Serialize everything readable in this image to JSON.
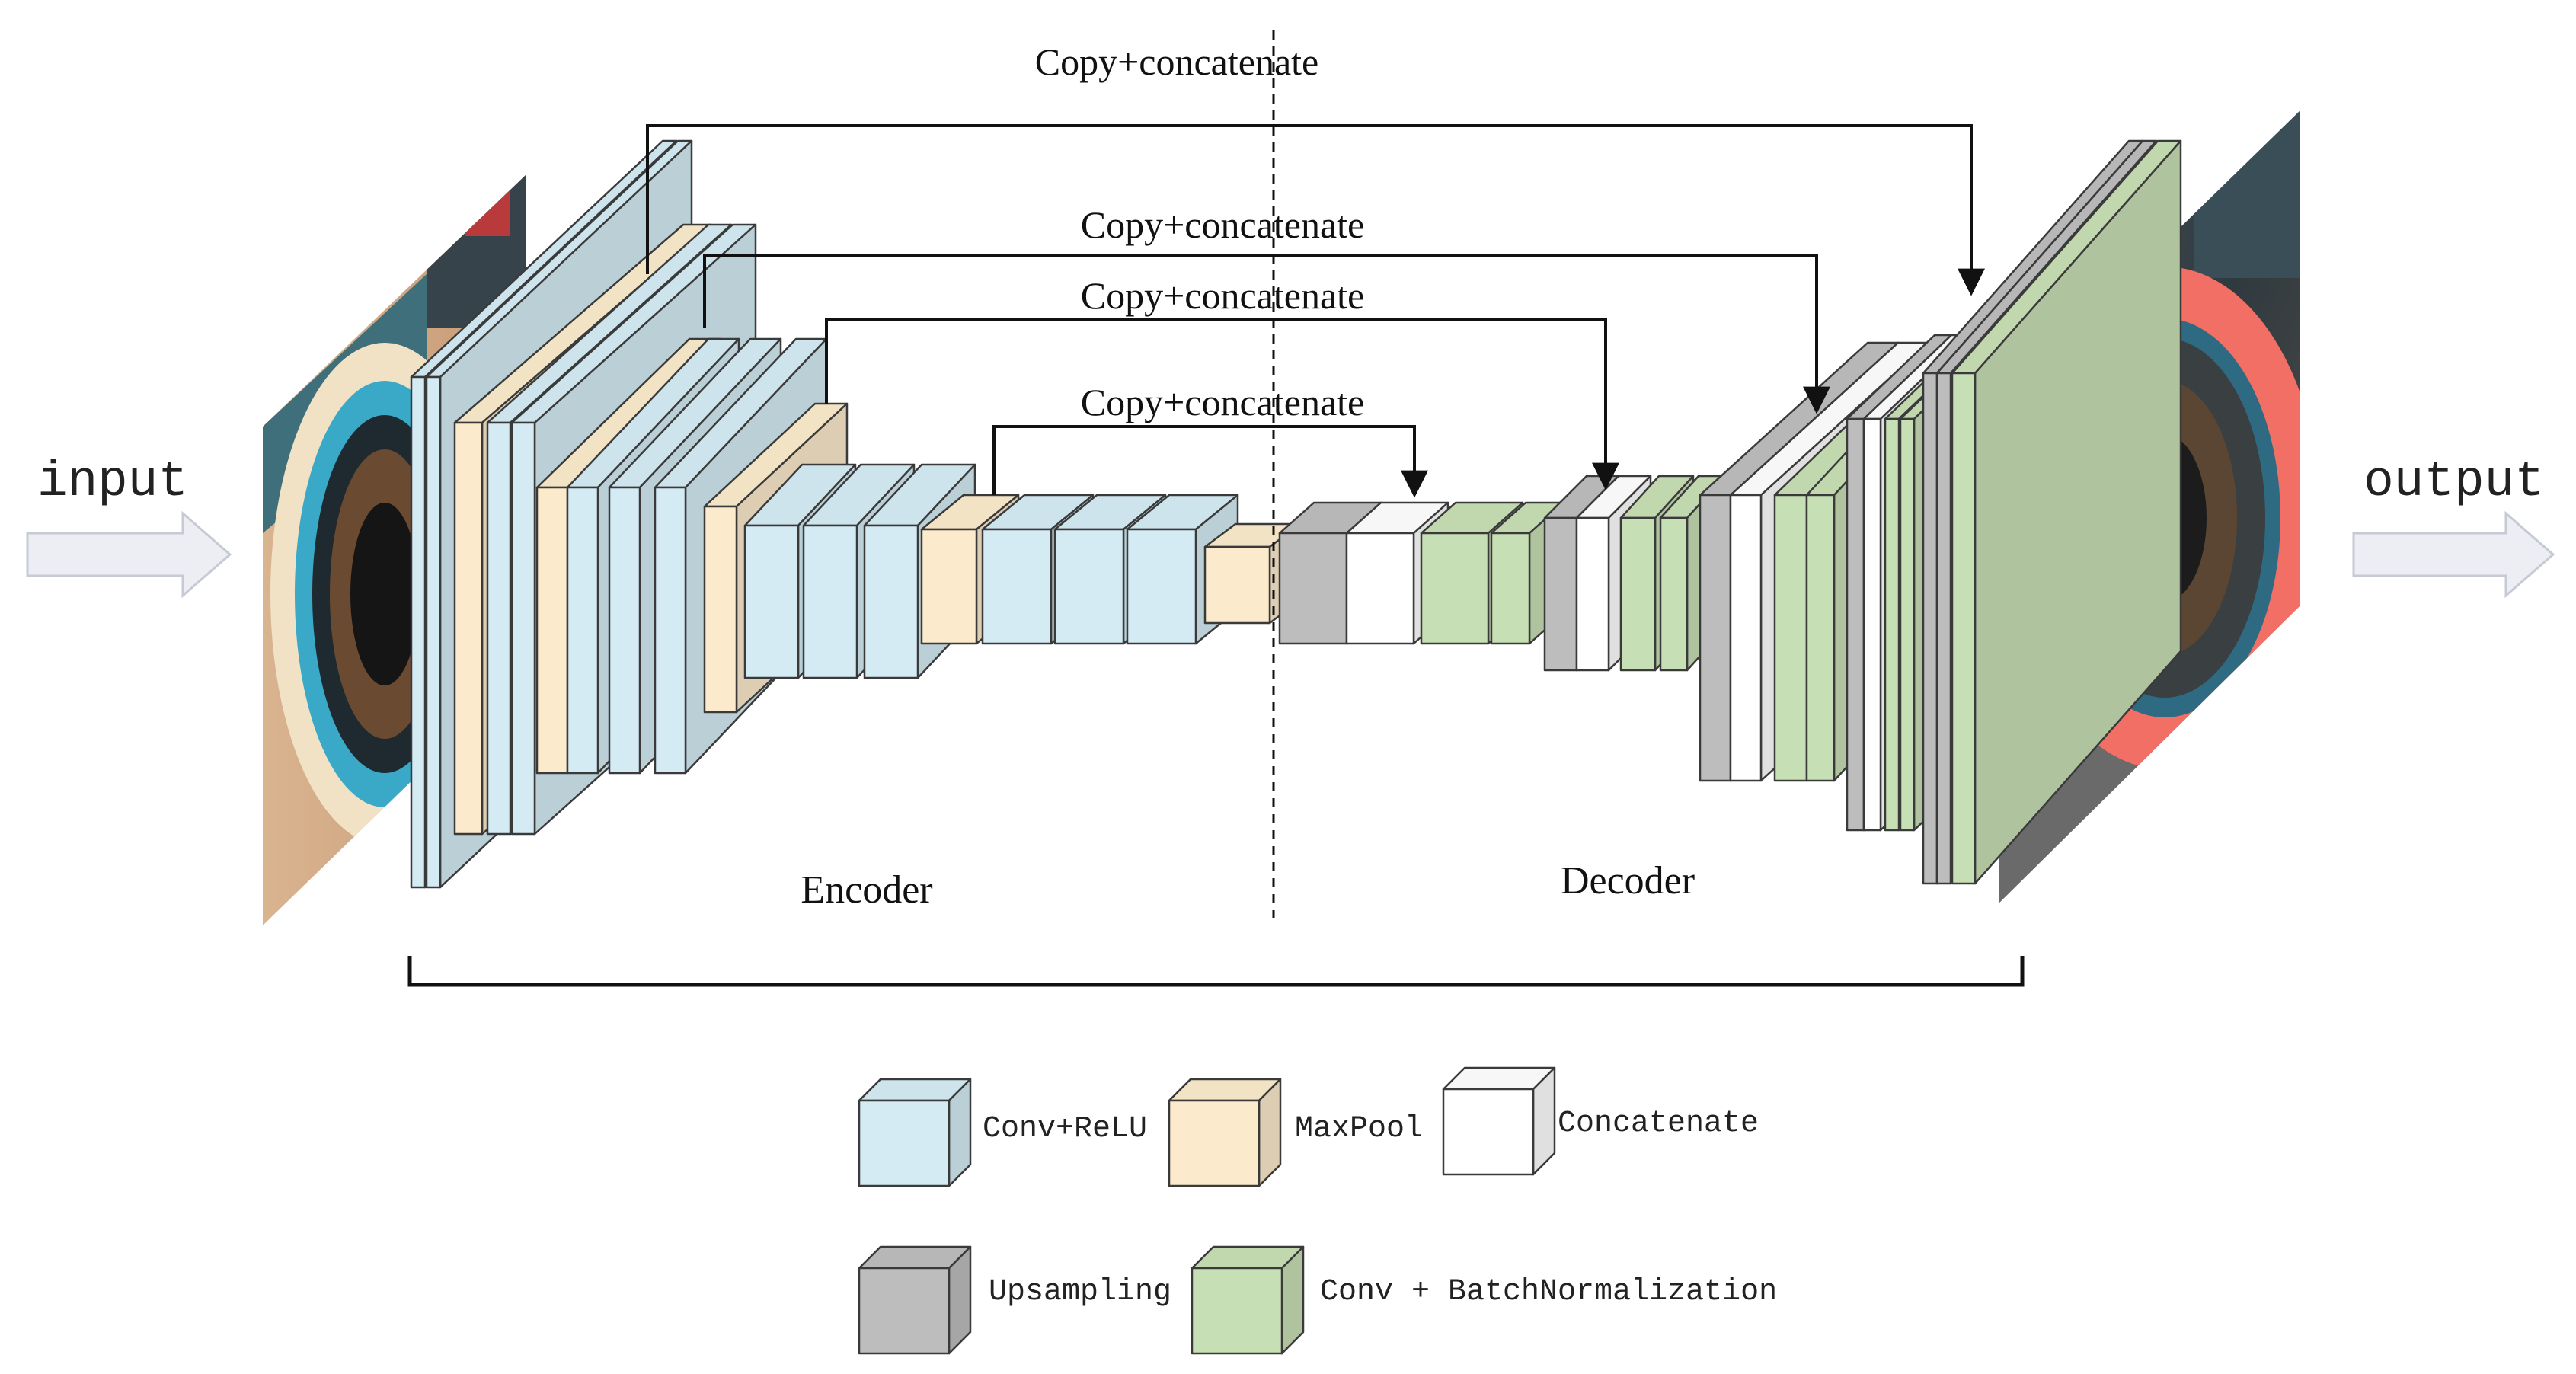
{
  "labels": {
    "input": "input",
    "output": "output",
    "encoder": "Encoder",
    "decoder": "Decoder"
  },
  "skip_connections": [
    {
      "label": "Copy+concatenate"
    },
    {
      "label": "Copy+concatenate"
    },
    {
      "label": "Copy+concatenate"
    },
    {
      "label": "Copy+concatenate"
    }
  ],
  "legend": [
    {
      "label": "Conv+ReLU",
      "color": "#d4ebf4"
    },
    {
      "label": "MaxPool",
      "color": "#fbeacb"
    },
    {
      "label": "Concatenate",
      "color": "#ffffff"
    },
    {
      "label": "Upsampling",
      "color": "#bdbdbd"
    },
    {
      "label": "Conv + BatchNormalization",
      "color": "#c7dfb4"
    }
  ],
  "colors": {
    "conv_relu": "#d4ebf4",
    "maxpool": "#fbeacb",
    "concatenate": "#ffffff",
    "upsampling": "#bdbdbd",
    "conv_bn": "#c7dfb4",
    "segmentation_ring": "#f26f65",
    "arrow_fill": "#eceef3"
  }
}
